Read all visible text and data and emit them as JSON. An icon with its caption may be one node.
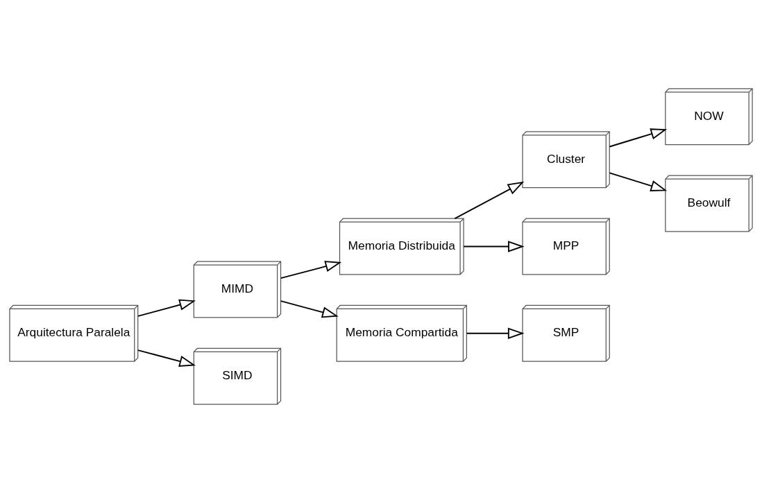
{
  "diagram": {
    "nodes": [
      {
        "text": [
          "Arquitectura Paralela"
        ]
      },
      {
        "text": [
          "MIMD"
        ]
      },
      {
        "text": [
          "SIMD"
        ]
      },
      {
        "text": [
          "Memoria Distribuida"
        ]
      },
      {
        "text": [
          "Memoria Compartida"
        ]
      },
      {
        "text": [
          "Cluster"
        ]
      },
      {
        "text": [
          "MPP"
        ]
      },
      {
        "text": [
          "SMP"
        ]
      },
      {
        "text": [
          "NOW"
        ]
      },
      {
        "text": [
          "Beowulf"
        ]
      }
    ],
    "edges": [
      {
        "from": 0,
        "to": 1,
        "arrow": "to"
      },
      {
        "from": 0,
        "to": 2,
        "arrow": "to"
      },
      {
        "from": 1,
        "to": 3,
        "arrow": "to"
      },
      {
        "from": 1,
        "to": 4,
        "arrow": "to"
      },
      {
        "from": 3,
        "to": 5,
        "arrow": "to"
      },
      {
        "from": 3,
        "to": 6,
        "arrow": "to"
      },
      {
        "from": 4,
        "to": 7,
        "arrow": "to"
      },
      {
        "from": 5,
        "to": 8,
        "arrow": "to"
      },
      {
        "from": 5,
        "to": 9,
        "arrow": "to"
      }
    ]
  }
}
